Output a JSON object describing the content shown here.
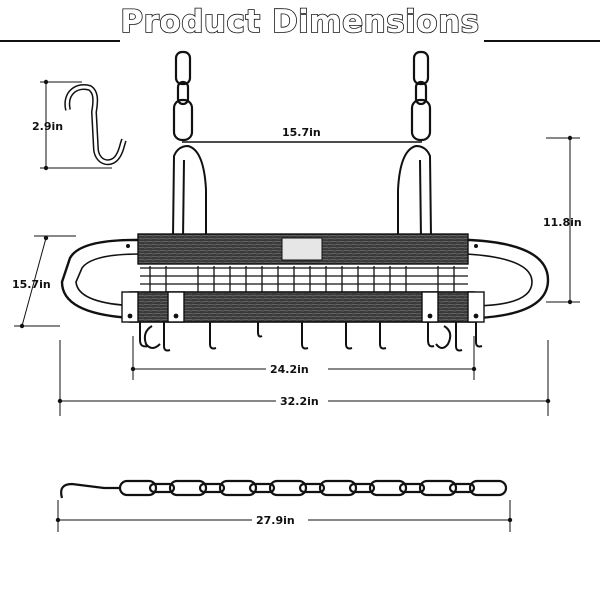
{
  "title": "Product Dimensions",
  "dimensions": {
    "hook_height": "2.9in",
    "top_bar_width": "15.7in",
    "rack_height": "11.8in",
    "rack_depth": "15.7in",
    "inner_width": "24.2in",
    "overall_width": "32.2in",
    "chain_length": "27.9in"
  },
  "colors": {
    "line": "#111111",
    "background": "#ffffff"
  }
}
